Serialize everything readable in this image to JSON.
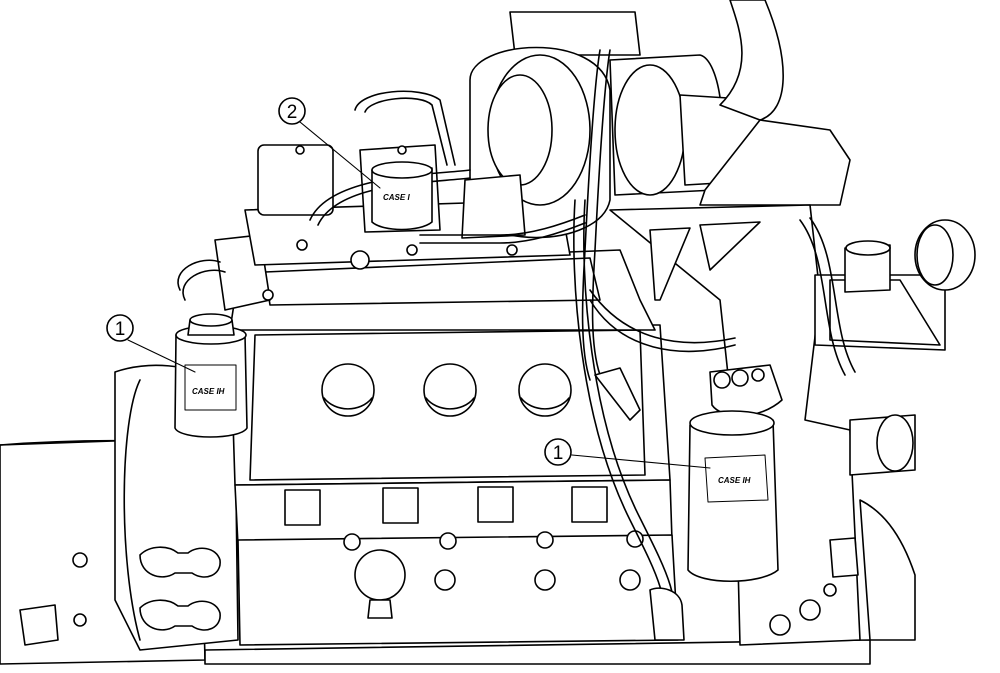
{
  "figure": {
    "callouts": [
      {
        "id": "callout-1-left",
        "number": "1"
      },
      {
        "id": "callout-2",
        "number": "2"
      },
      {
        "id": "callout-1-right",
        "number": "1"
      }
    ],
    "filter_labels": {
      "left_filter": "CASE IH",
      "right_filter": "CASE IH",
      "top_filter": "CASE I"
    }
  }
}
